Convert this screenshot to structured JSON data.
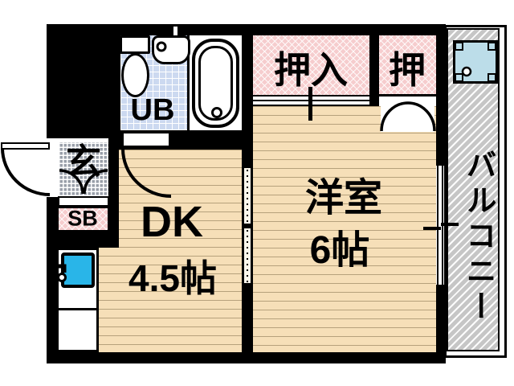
{
  "floorplan": {
    "rooms": {
      "dk": {
        "label": "DK",
        "size": "4.5帖"
      },
      "western_room": {
        "label": "洋室",
        "size": "6帖"
      },
      "closet_large": {
        "label": "押入"
      },
      "closet_small": {
        "label": "押"
      },
      "balcony": {
        "label": "バルコニー"
      },
      "unit_bath": {
        "label": "UB"
      },
      "shoe_box": {
        "label": "SB"
      },
      "entrance": {
        "label": "玄"
      }
    },
    "colors": {
      "wall": "#000000",
      "wood_floor": "#f6dfb8",
      "closet_pink": "#f6cdce",
      "unit_bath_blue": "#ccd9f0",
      "balcony_gray": "#c6c6c6",
      "entrance_tile_gray": "#999fa9",
      "kitchen_sink_cyan": "#29b5e8",
      "washer_pan_blue": "#bcdde9"
    }
  }
}
